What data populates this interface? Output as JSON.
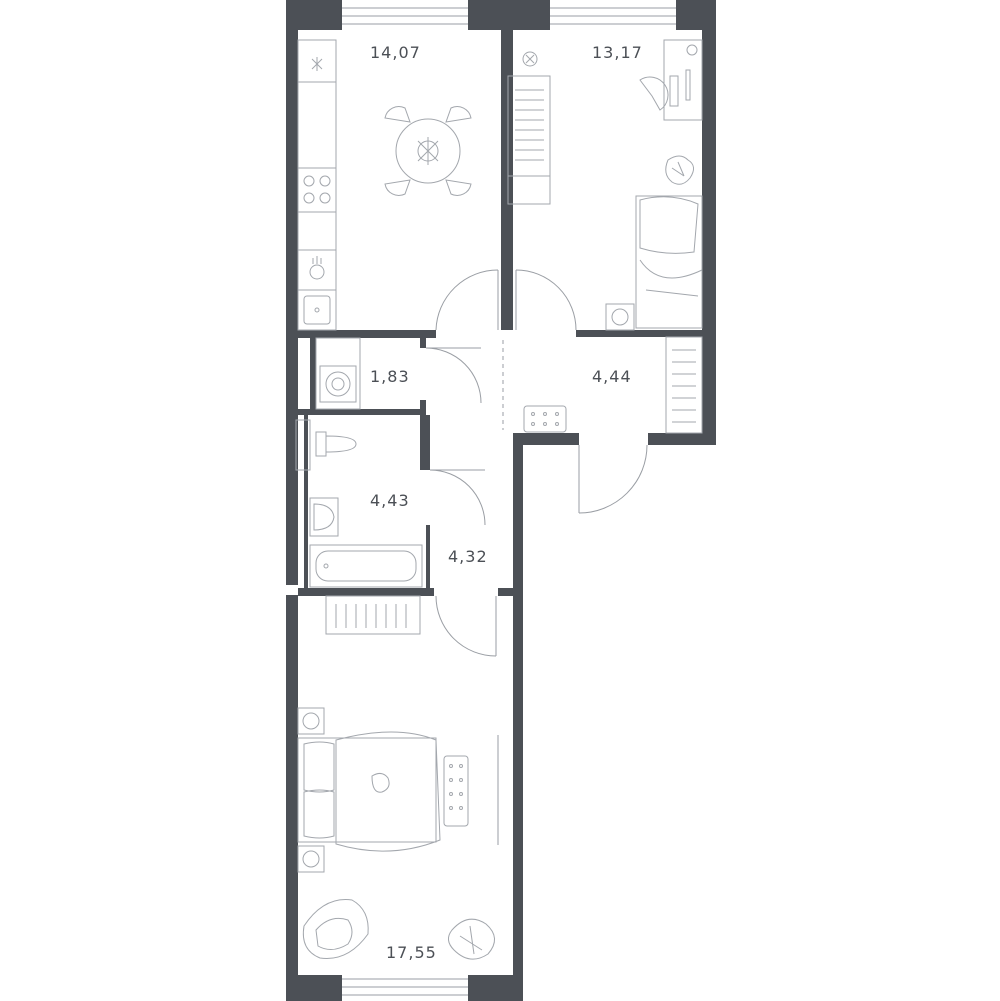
{
  "rooms": [
    {
      "id": "kitchen",
      "area": "14,07"
    },
    {
      "id": "bedroom-small",
      "area": "13,17"
    },
    {
      "id": "utility",
      "area": "1,83"
    },
    {
      "id": "hall-closet",
      "area": "4,44"
    },
    {
      "id": "bathroom",
      "area": "4,43"
    },
    {
      "id": "corridor",
      "area": "4,32"
    },
    {
      "id": "bedroom-main",
      "area": "17,55"
    }
  ],
  "colors": {
    "wall": "#4c5056",
    "line": "#9a9ea4",
    "background": "#ffffff"
  }
}
